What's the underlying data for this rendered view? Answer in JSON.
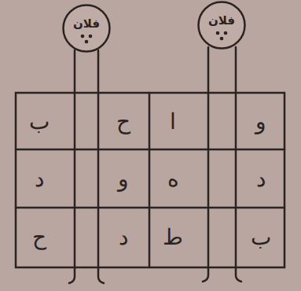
{
  "diagram": {
    "nodes": [
      {
        "text": [
          "فلان"
        ]
      },
      {
        "text": [
          "فلان"
        ]
      }
    ],
    "labels": [
      "ب",
      "ح",
      "ا",
      "و",
      "د",
      "و",
      "ه",
      "د",
      "ح",
      "د",
      "ط",
      "ب"
    ]
  }
}
